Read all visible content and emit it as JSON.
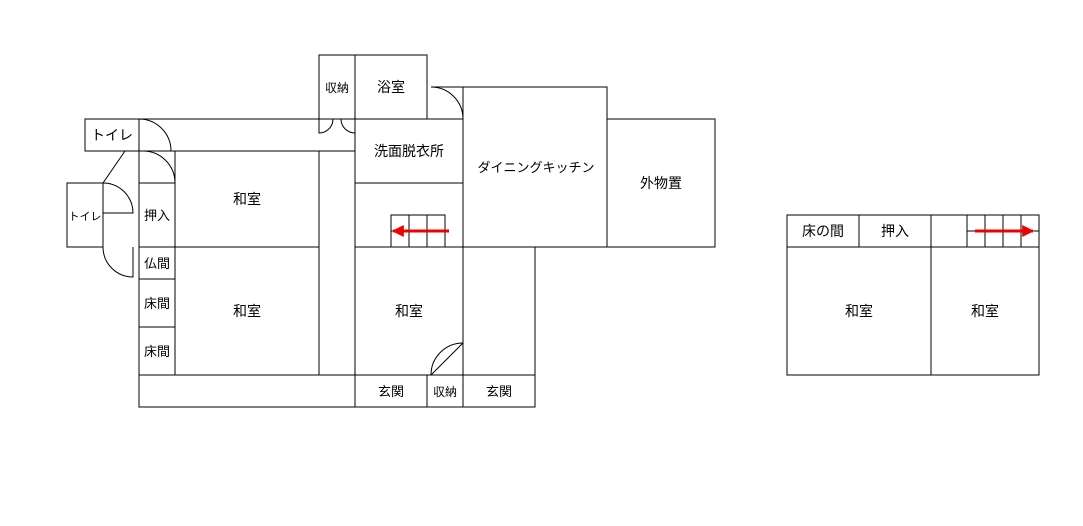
{
  "floor1": {
    "toilet_upper": "トイレ",
    "toilet_lower": "トイレ",
    "storage_top": "収納",
    "bath": "浴室",
    "washroom": "洗面脱衣所",
    "dining_kitchen": "ダイニングキッチン",
    "storage_shed": "外物置",
    "oshiire": "押入",
    "washitsu_north": "和室",
    "butsuma": "仏間",
    "tokoma_1": "床間",
    "tokoma_2": "床間",
    "washitsu_south": "和室",
    "washitsu_center": "和室",
    "genkan_left": "玄関",
    "storage_bottom": "収納",
    "genkan_right": "玄関"
  },
  "floor2": {
    "tokonoma": "床の間",
    "oshiire": "押入",
    "washitsu_left": "和室",
    "washitsu_right": "和室"
  },
  "colors": {
    "line": "#000000",
    "stair_arrow": "#ee0000",
    "background": "#ffffff"
  }
}
